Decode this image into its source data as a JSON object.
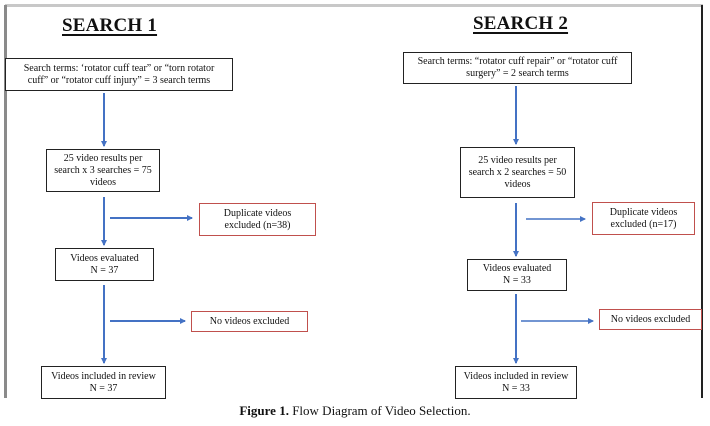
{
  "search1": {
    "title": "SEARCH 1",
    "search_terms": "Search terms: ‘rotator cuff tear” or “torn rotator\ncuff” or “rotator cuff injury” = 3 search terms",
    "results": "25 video results per\nsearch x 3 searches = 75\nvideos",
    "duplicates_excluded": "Duplicate videos\nexcluded (n=38)",
    "evaluated": "Videos evaluated\nN = 37",
    "none_excluded": "No videos excluded",
    "included": "Videos included  in review\nN = 37"
  },
  "search2": {
    "title": "SEARCH 2",
    "search_terms": "Search terms: “rotator cuff repair” or “rotator cuff\nsurgery” = 2 search terms",
    "results": "25 video results per\nsearch x 2 searches = 50\nvideos",
    "duplicates_excluded": "Duplicate videos\nexcluded (n=17)",
    "evaluated": "Videos evaluated\nN = 33",
    "none_excluded": "No videos excluded",
    "included": "Videos included  in review\nN = 33"
  },
  "caption": {
    "label": "Figure 1.",
    "text": " Flow Diagram of Video Selection."
  },
  "colors": {
    "arrow": "#4472c4",
    "exclusion_border": "#c0504d",
    "box_border": "#222222"
  }
}
